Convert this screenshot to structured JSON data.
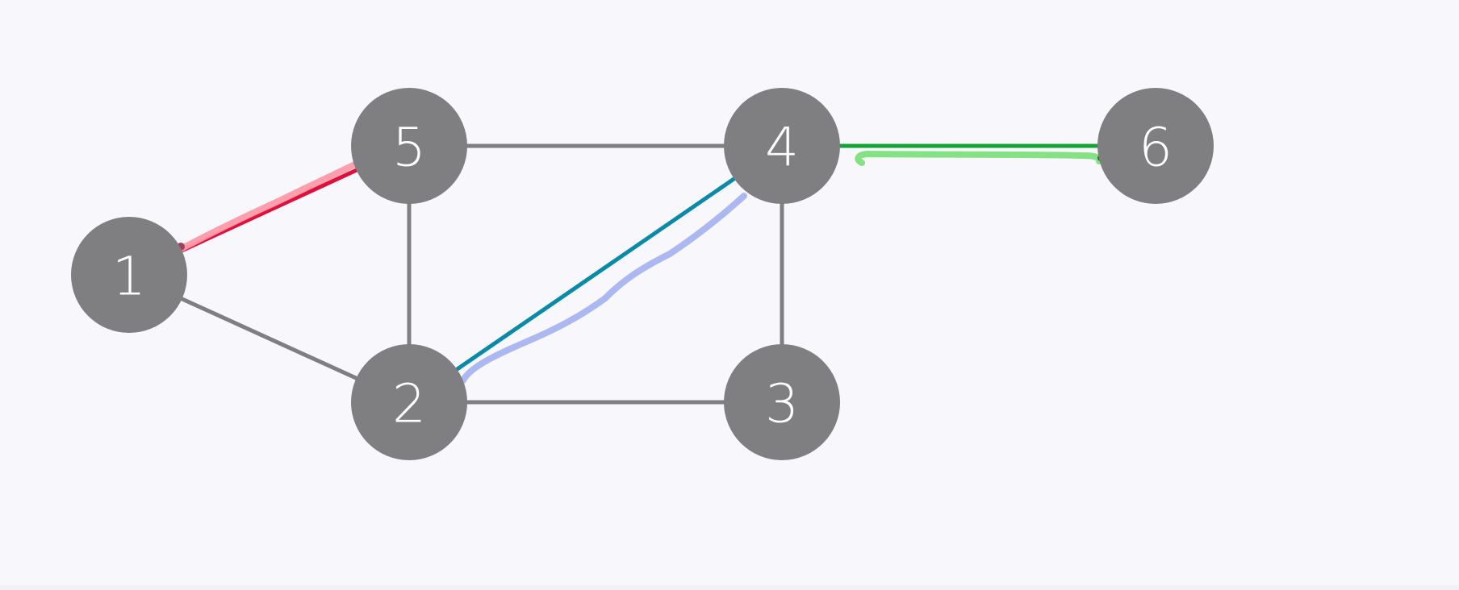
{
  "diagram": {
    "type": "undirected-graph",
    "colors": {
      "background": "#f8f7fb",
      "node_fill": "#7f7e80",
      "node_label": "#ffffff",
      "edge": "#7f7e80"
    },
    "nodes": [
      {
        "id": "1",
        "label": "1"
      },
      {
        "id": "2",
        "label": "2"
      },
      {
        "id": "3",
        "label": "3"
      },
      {
        "id": "4",
        "label": "4"
      },
      {
        "id": "5",
        "label": "5"
      },
      {
        "id": "6",
        "label": "6"
      }
    ],
    "edges": [
      {
        "from": "1",
        "to": "5",
        "highlight": "red"
      },
      {
        "from": "1",
        "to": "2",
        "highlight": "none"
      },
      {
        "from": "5",
        "to": "4",
        "highlight": "none"
      },
      {
        "from": "5",
        "to": "2",
        "highlight": "none"
      },
      {
        "from": "2",
        "to": "4",
        "highlight": "teal"
      },
      {
        "from": "2",
        "to": "3",
        "highlight": "none"
      },
      {
        "from": "4",
        "to": "3",
        "highlight": "none"
      },
      {
        "from": "4",
        "to": "6",
        "highlight": "green"
      }
    ],
    "highlight_colors": {
      "red": {
        "line": "#e0103c",
        "marker": "#ff9aaa"
      },
      "teal": {
        "line": "#0a8aa8",
        "marker": "#a8b4f0"
      },
      "green": {
        "line": "#14a335",
        "marker": "#7de07d"
      }
    }
  }
}
